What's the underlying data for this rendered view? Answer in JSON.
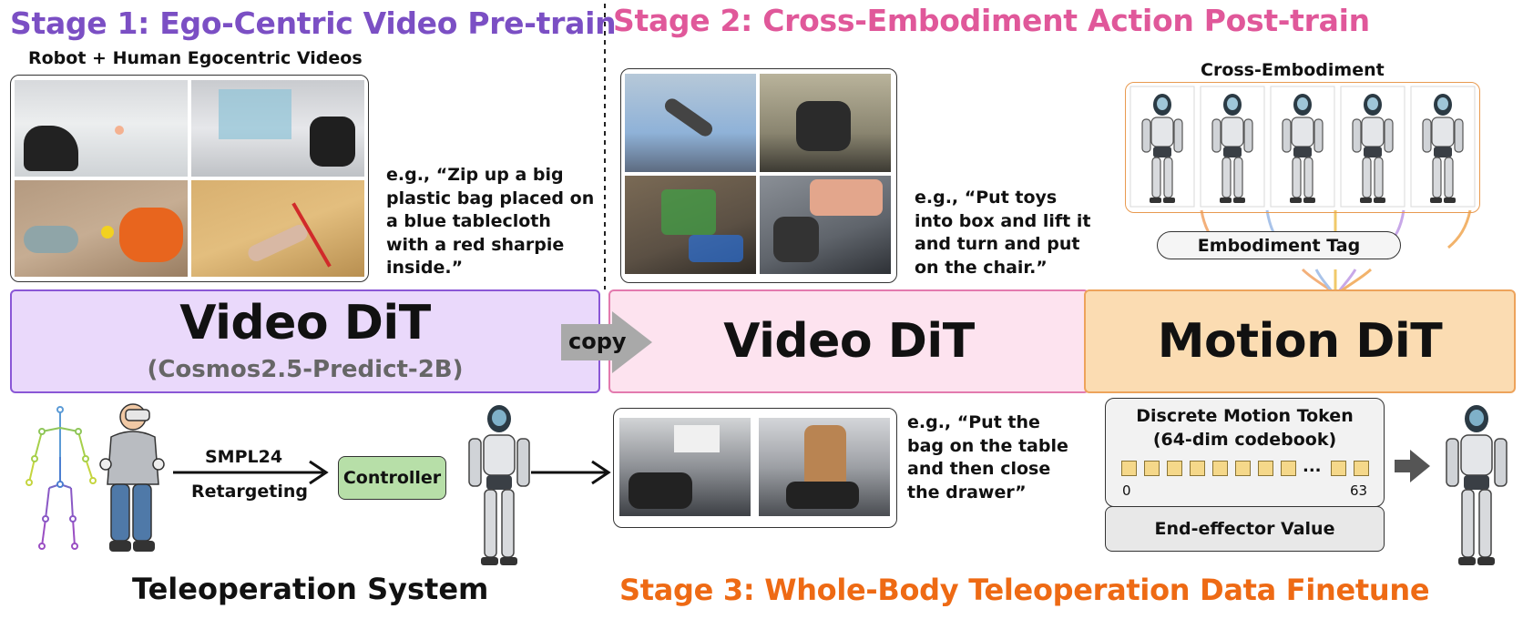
{
  "stage1": {
    "title": "Stage 1: Ego-Centric Video Pre-train",
    "videos_label": "Robot + Human Egocentric Videos",
    "example": "e.g., “Zip up a big plastic bag placed on a blue tablecloth with a red sharpie inside.”",
    "model_name": "Video DiT",
    "model_subname": "(Cosmos2.5-Predict-2B)",
    "copy_label": "copy"
  },
  "stage2": {
    "title": "Stage 2: Cross-Embodiment Action Post-train",
    "example": "e.g., “Put toys into box and lift it and turn and put on the chair.”",
    "video_model_name": "Video DiT",
    "motion_model_name": "Motion DiT",
    "cross_embodiment_label": "Cross-Embodiment",
    "embodiment_tag_label": "Embodiment Tag"
  },
  "stage3": {
    "title": "Stage 3: Whole-Body Teleoperation Data Finetune",
    "example": "e.g., “Put the bag on the table and then close the drawer”",
    "teleop_title": "Teleoperation System",
    "smpl_label": "SMPL24",
    "retarget_label": "Retargeting",
    "controller_label": "Controller",
    "token_title_line1": "Discrete Motion Token",
    "token_title_line2": "(64-dim codebook)",
    "token_ellipsis": "...",
    "token_min": "0",
    "token_max": "63",
    "ee_label": "End-effector Value"
  },
  "colors": {
    "purple": "#7b4fc4",
    "pink": "#e0589a",
    "orange": "#ee6a14",
    "purple_fill": "#ead9fb",
    "pink_fill": "#fde3ef",
    "orange_fill": "#fbdcb2",
    "controller_fill": "#b7dfa8",
    "token_fill": "#f5d88a"
  }
}
